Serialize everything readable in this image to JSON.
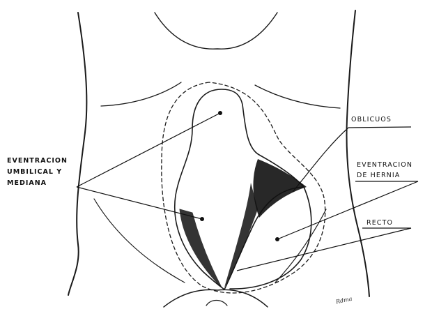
{
  "labels": {
    "left_line1": "EVENTRACION",
    "left_line2": "UMBILICAL Y",
    "left_line3": "MEDIANA",
    "oblicuos": "OBLICUOS",
    "hernia_line1": "EVENTRACION",
    "hernia_line2": "DE HERNIA",
    "recto": "RECTO"
  },
  "signature": "Rdma"
}
